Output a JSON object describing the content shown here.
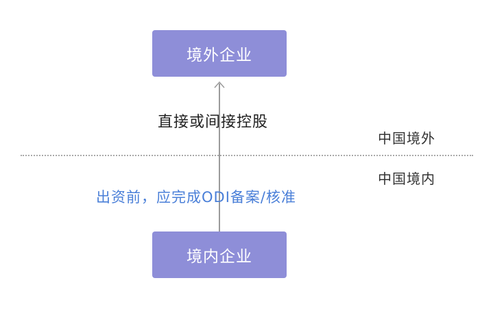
{
  "nodes": {
    "foreign_enterprise": "境外企业",
    "domestic_enterprise": "境内企业"
  },
  "edge": {
    "label": "直接或间接控股",
    "direction": "domestic-to-foreign"
  },
  "regions": {
    "outside_label": "中国境外",
    "inside_label": "中国境内"
  },
  "note": {
    "text": "出资前，应完成ODI备案/核准",
    "color": "#4a7fd8"
  },
  "colors": {
    "node_fill": "#8e8ed8",
    "node_text": "#ffffff",
    "arrow": "#9a9a9a",
    "divider": "#a8a8a8"
  }
}
